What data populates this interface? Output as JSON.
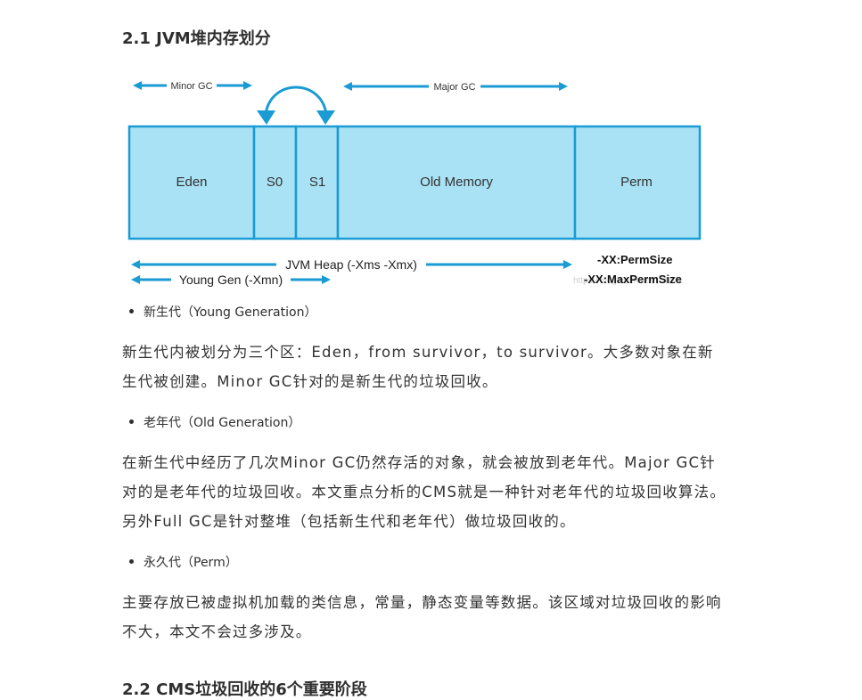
{
  "section": {
    "title": "2.1 JVM堆内存划分"
  },
  "diagram": {
    "regions": [
      {
        "label": "Eden"
      },
      {
        "label": "S0"
      },
      {
        "label": "S1"
      },
      {
        "label": "Old Memory"
      },
      {
        "label": "Perm"
      }
    ],
    "minor_gc_label": "Minor GC",
    "major_gc_label": "Major GC",
    "jvm_heap_label": "JVM Heap (-Xms -Xmx)",
    "young_gen_label": "Young Gen (-Xmn)",
    "perm_size_label": "-XX:PermSize",
    "max_perm_size_label": "-XX:MaxPermSize",
    "watermark": "https://blog.csdn.net/...4671",
    "colors": {
      "box_fill": "#a9e2f5",
      "box_stroke": "#1a9bd4",
      "arrow": "#1a9bd4"
    }
  },
  "items": [
    {
      "bullet": "新生代（Young Generation）",
      "paragraph": "新生代内被划分为三个区：Eden，from survivor，to survivor。大多数对象在新生代被创建。Minor GC针对的是新生代的垃圾回收。"
    },
    {
      "bullet": "老年代（Old Generation）",
      "paragraph": "在新生代中经历了几次Minor GC仍然存活的对象，就会被放到老年代。Major GC针对的是老年代的垃圾回收。本文重点分析的CMS就是一种针对老年代的垃圾回收算法。另外Full GC是针对整堆（包括新生代和老年代）做垃圾回收的。"
    },
    {
      "bullet": "永久代（Perm）",
      "paragraph": "主要存放已被虚拟机加载的类信息，常量，静态变量等数据。该区域对垃圾回收的影响不大，本文不会过多涉及。"
    }
  ],
  "next_section": {
    "title": "2.2 CMS垃圾回收的6个重要阶段"
  }
}
